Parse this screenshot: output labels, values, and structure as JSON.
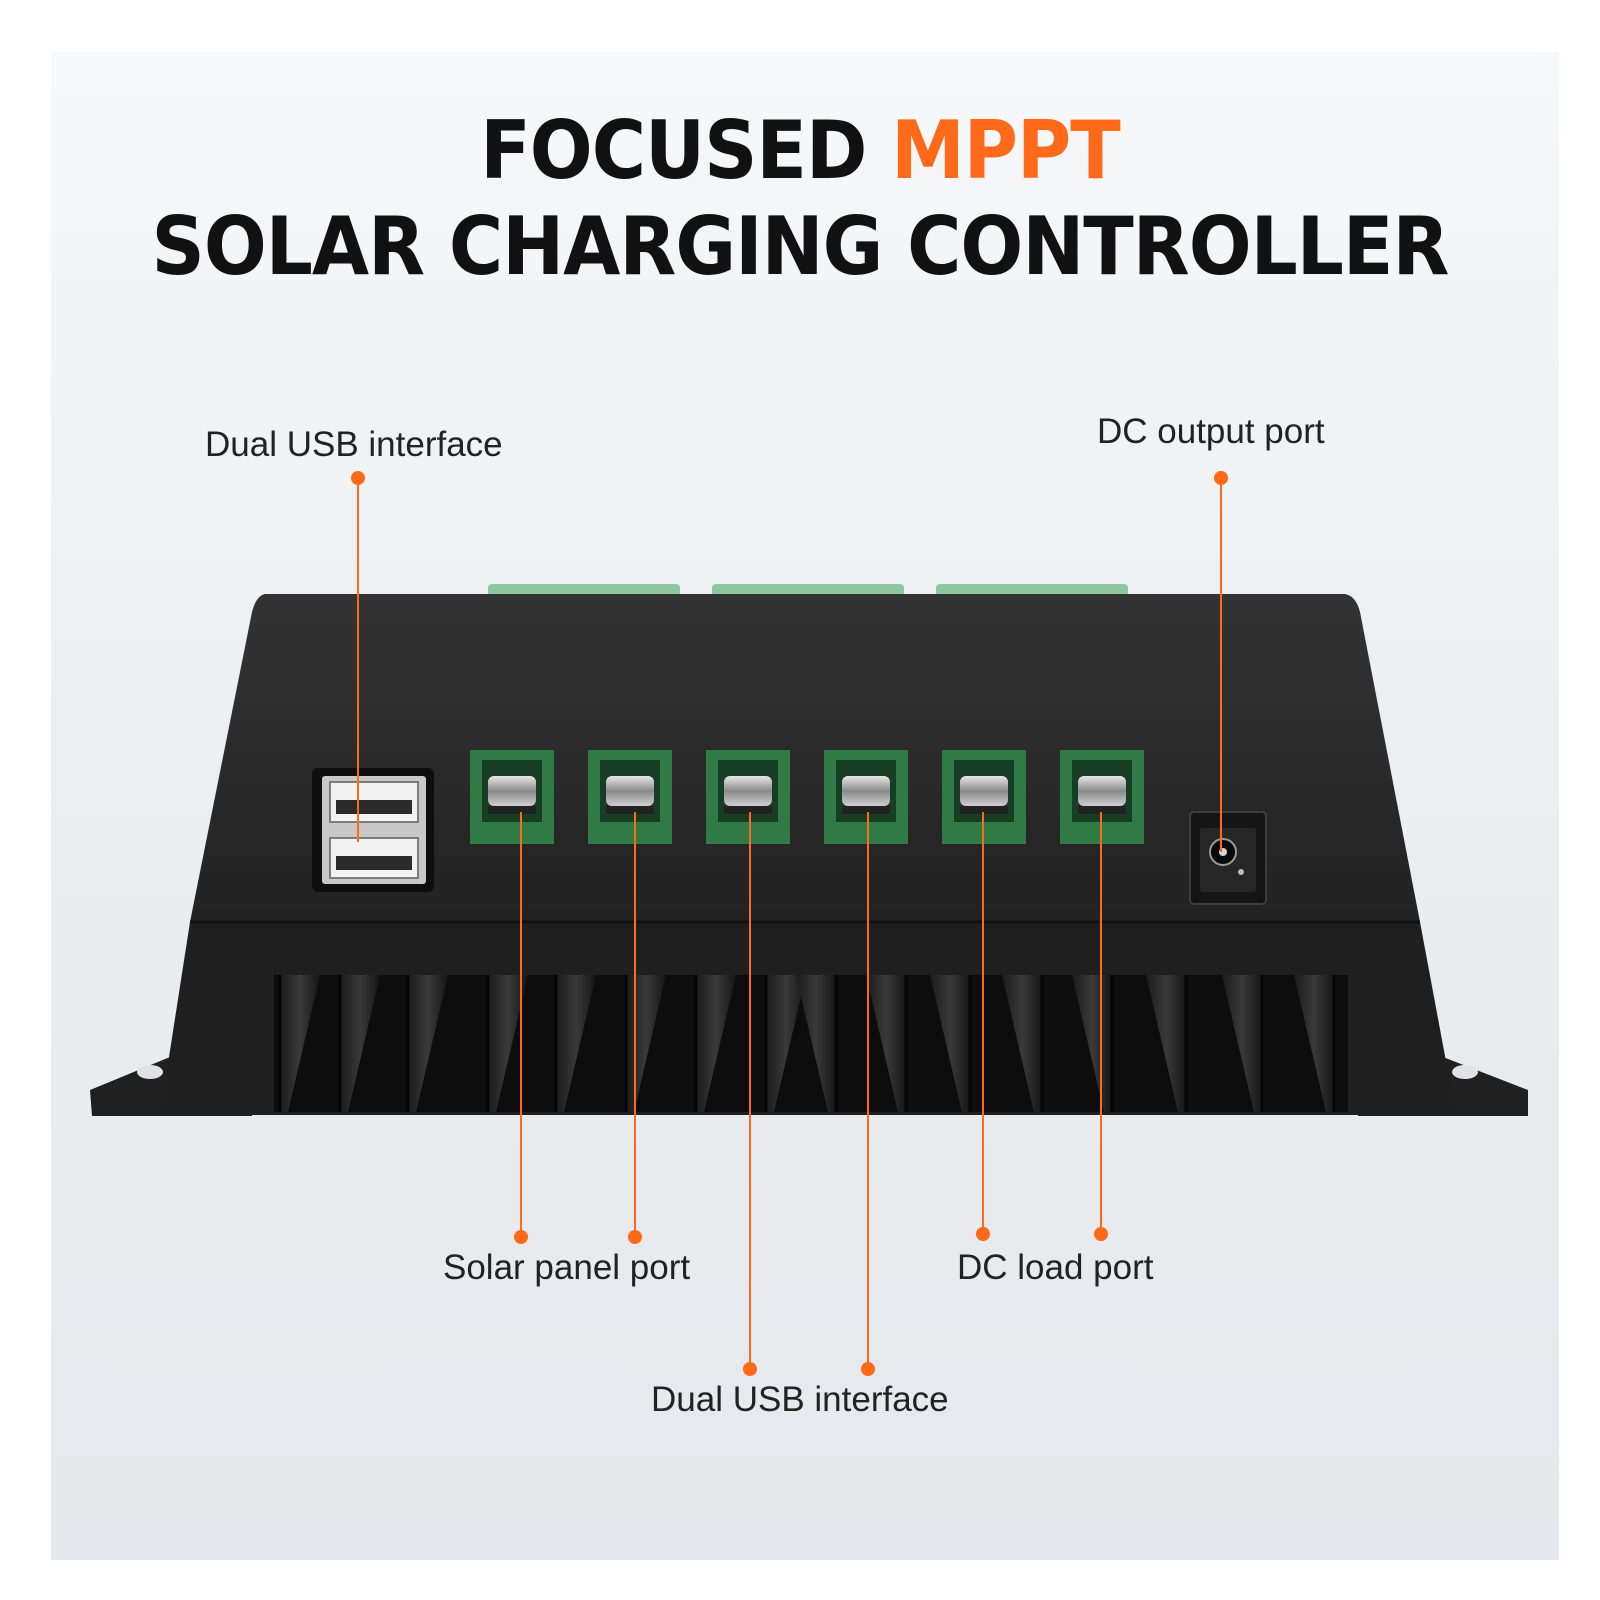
{
  "title": {
    "line1_prefix": "FOCUSED",
    "line1_accent": "MPPT",
    "line2": "SOLAR CHARGING CONTROLLER"
  },
  "callouts": {
    "usb_top": "Dual USB interface",
    "dc_output": "DC output port",
    "solar_panel": "Solar panel port",
    "dc_load": "DC load port",
    "usb_bottom": "Dual USB interface"
  },
  "colors": {
    "accent": "#ff6a1a",
    "device_body": "#2a2a2a",
    "terminal_green": "#2f7a45",
    "background": "#eceef1"
  }
}
